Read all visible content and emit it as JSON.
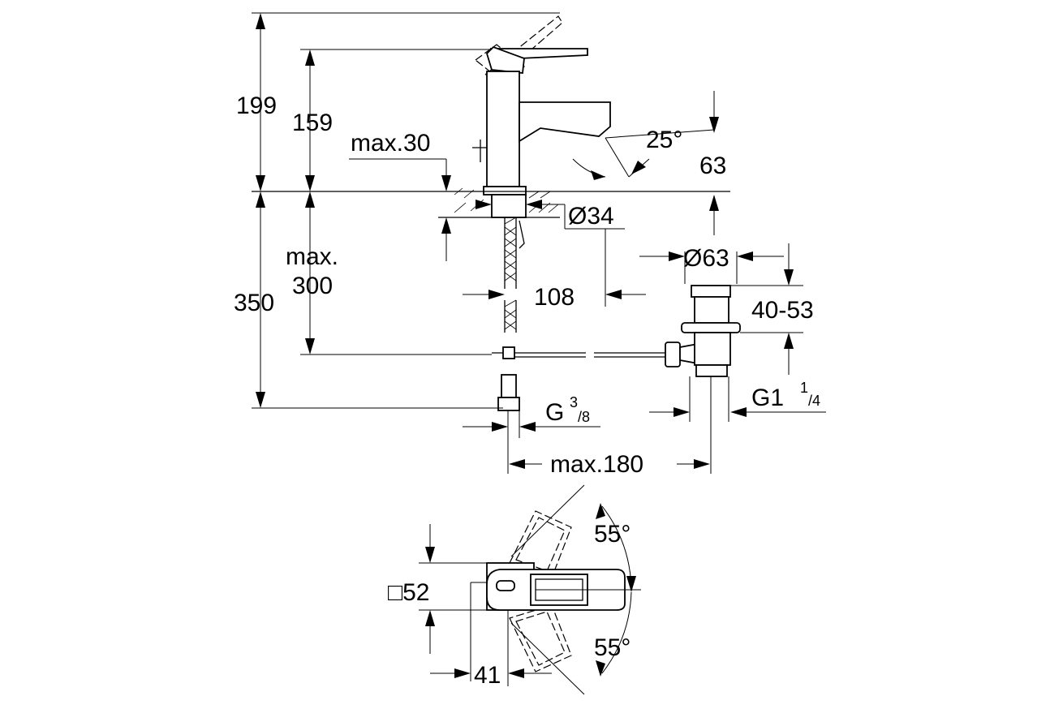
{
  "dimensions": {
    "d199": "199",
    "d159": "159",
    "max30": "max.30",
    "angle25": "25°",
    "d63": "63",
    "dia34": "Ø34",
    "max": "max.",
    "d300": "300",
    "d350": "350",
    "d108": "108",
    "dia63": "Ø63",
    "d40_53": "40-53",
    "g1": "G1",
    "g1_sup": "1",
    "g1_sub": "/4",
    "g": "G",
    "g_sup": "3",
    "g_sub": "/8",
    "max180": "max.180",
    "sq52": "□52",
    "d41": "41",
    "angle55_top": "55°",
    "angle55_bottom": "55°"
  }
}
